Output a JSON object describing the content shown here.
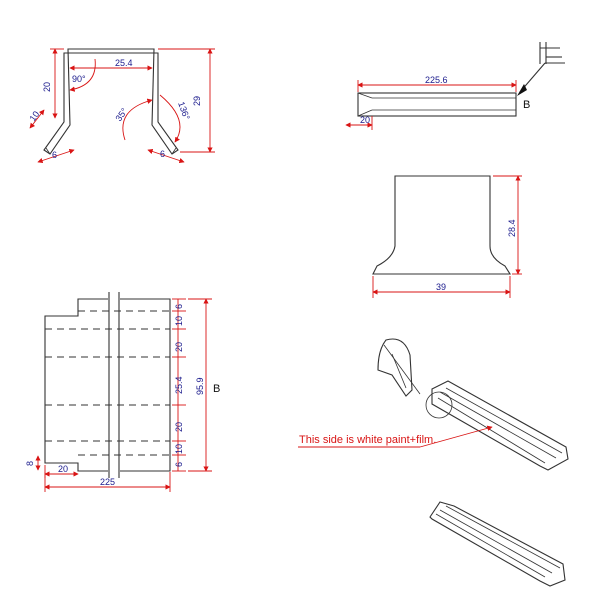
{
  "colors": {
    "outline": "#333333",
    "dimension": "#d91414",
    "dimension_text": "#1a1a8c",
    "label": "#111111"
  },
  "profile_view": {
    "top_width": "25.4",
    "height": "29",
    "side": "20",
    "lip": "10",
    "left_foot": "6",
    "right_foot": "6",
    "angle_top": "90°",
    "angle_bend": "35°",
    "angle_lip": "136°"
  },
  "side_view": {
    "length": "225.6",
    "end_offset": "20",
    "mark": "B"
  },
  "front_view": {
    "height": "28.4",
    "base_width": "39"
  },
  "unfolded_view": {
    "segments": [
      "6",
      "10",
      "20",
      "25.4",
      "20",
      "10",
      "6"
    ],
    "total_height": "95.9",
    "mark": "B",
    "notch_height": "8",
    "notch_width": "20",
    "length": "225"
  },
  "iso_view": {
    "note": "This side is white paint+film."
  }
}
